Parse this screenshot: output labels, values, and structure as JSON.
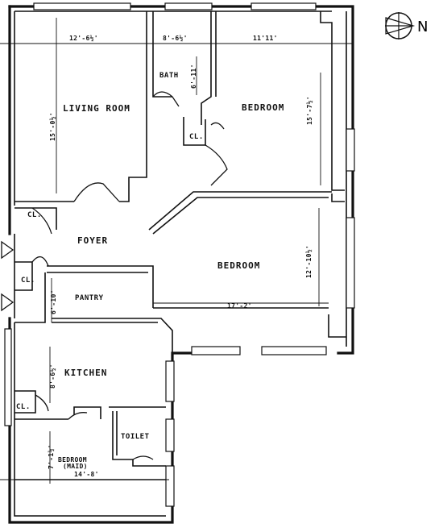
{
  "rooms": {
    "living_room": "LIVING ROOM",
    "bath": "BATH",
    "bedroom_1": "BEDROOM",
    "bedroom_2": "BEDROOM",
    "foyer": "FOYER",
    "pantry": "PANTRY",
    "kitchen": "KITCHEN",
    "toilet": "TOILET",
    "maid_room": "BEDROOM",
    "maid_room_sub": "(MAID)",
    "closet_bedroom": "CL.",
    "closet_living": "CL.",
    "closet_entry": "CL.",
    "closet_kitchen": "CL."
  },
  "dimensions": {
    "living_width": "12'-6½'",
    "living_length": "15'-0½'",
    "bath_width": "8'-6½'",
    "bath_length": "6'-11'",
    "bedroom1_width": "11'11'",
    "bedroom1_length": "15'-7½'",
    "bedroom2_length": "12'-10½'",
    "bedroom2_width": "17'-2'",
    "pantry_length": "6'-10'",
    "kitchen_length": "8'-6½'",
    "maid_width": "14'-8'",
    "maid_length": "7'-1½'"
  },
  "compass": {
    "label": "N"
  }
}
